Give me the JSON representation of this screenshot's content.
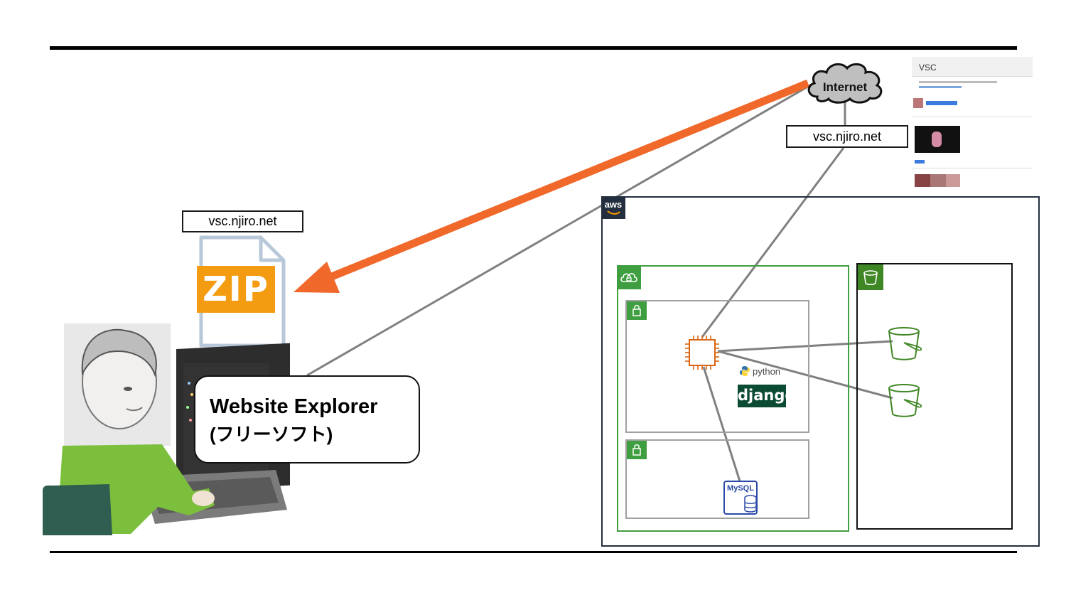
{
  "internet": {
    "label": "Internet"
  },
  "domain_labels": {
    "top": "vsc.njiro.net",
    "left": "vsc.njiro.net"
  },
  "zip": {
    "label": "ZIP",
    "color": "#f39c12"
  },
  "callout": {
    "title": "Website Explorer",
    "subtitle": "(フリーソフト)"
  },
  "aws": {
    "logo_text": "aws"
  },
  "logos": {
    "python": "python",
    "django": "django",
    "mysql": "MySQL"
  },
  "screenshot": {
    "title": "VSC"
  },
  "colors": {
    "arrow": "#f0682a",
    "vpc": "#3f9e3f",
    "ec2": "#d86613",
    "s3": "#3f8624",
    "mysql": "#2b4aa8",
    "django": "#0c4b33",
    "connector": "#808080",
    "aws_border": "#232f3e"
  },
  "icons": [
    "cloud-icon",
    "zip-file-icon",
    "aws-logo-icon",
    "vpc-cloud-lock-icon",
    "subnet-lock-icon",
    "ec2-chip-icon",
    "s3-bucket-icon",
    "python-logo-icon",
    "mysql-database-icon",
    "person-laptop-illustration"
  ]
}
